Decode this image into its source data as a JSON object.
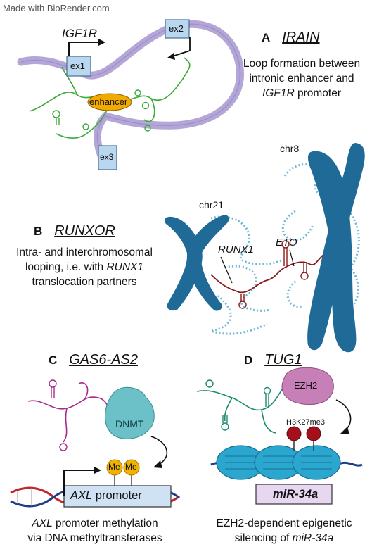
{
  "watermark": "Made with BioRender.com",
  "panel_a": {
    "letter": "A",
    "name": "IRAIN",
    "desc_line1": "Loop formation between",
    "desc_line2": "intronic enhancer and",
    "desc_line3_gene": "IGF1R",
    "desc_line3_rest": " promoter",
    "gene_label": "IGF1R",
    "exon1": "ex1",
    "exon2": "ex2",
    "exon3": "ex3",
    "enhancer": "enhancer"
  },
  "panel_b": {
    "letter": "B",
    "name": "RUNXOR",
    "desc_line1": "Intra- and interchromosomal",
    "desc_line2_pre": "looping, i.e. with ",
    "desc_line2_gene": "RUNX1",
    "desc_line3": "translocation partners",
    "chr21": "chr21",
    "chr8": "chr8",
    "gene1": "RUNX1",
    "gene2": "ETO"
  },
  "panel_c": {
    "letter": "C",
    "name": "GAS6-AS2",
    "enzyme": "DNMT",
    "mark1": "Me",
    "mark2": "Me",
    "promoter_gene": "AXL",
    "promoter_rest": " promoter",
    "desc_line1_gene": "AXL",
    "desc_line1_rest": " promoter methylation",
    "desc_line2": "via DNA methyltransferases"
  },
  "panel_d": {
    "letter": "D",
    "name": "TUG1",
    "enzyme": "EZH2",
    "mark": "H3K27me3",
    "target": "miR-34a",
    "desc_line1": "EZH2-dependent epigenetic",
    "desc_line2_pre": "silencing of ",
    "desc_line2_gene": "miR-34a"
  },
  "colors": {
    "chromatin_loop": "#b4a6d6",
    "enhancer": "#f2a900",
    "exon": "#b9d7ef",
    "rna_green": "#3aaa35",
    "chromosome": "#1f6a96",
    "chromatin_dots": "#6fb9d4",
    "rna_runxor": "#8b1a1a",
    "rna_magenta": "#a52a8a",
    "dnmt": "#6cc0c8",
    "methyl": "#f2b300",
    "dna_red": "#c0282d",
    "dna_blue": "#1f3c88",
    "ezh2": "#c77fb8",
    "nucleosome": "#2aa6cf",
    "mark_red": "#a30f1a",
    "rna_teal": "#1a8a6e"
  }
}
